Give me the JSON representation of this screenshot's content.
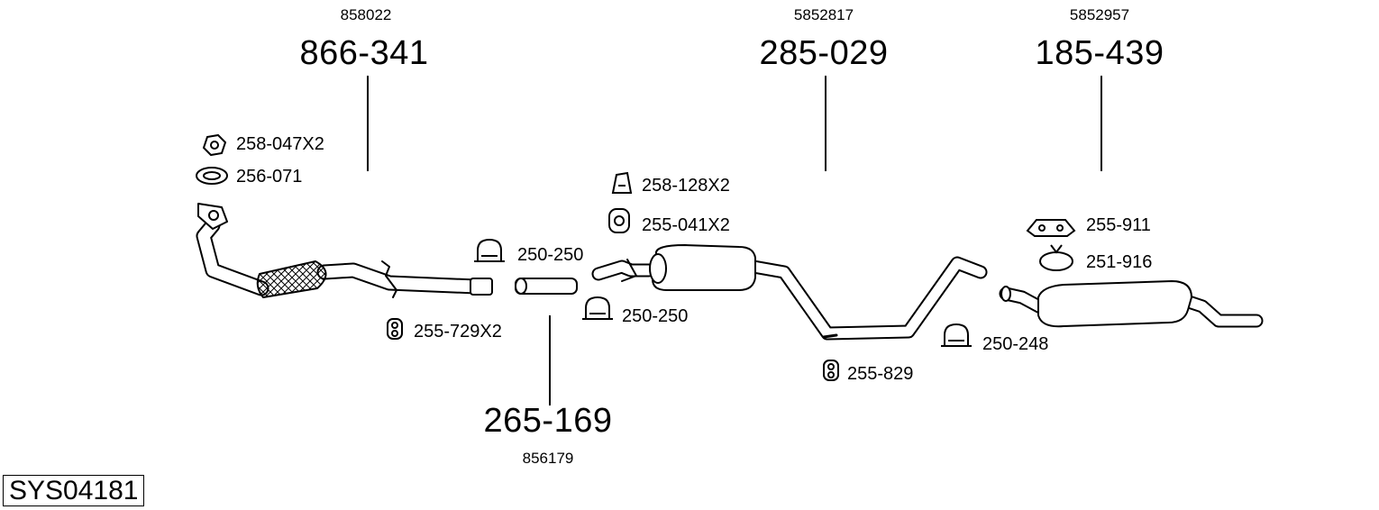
{
  "diagram_id": "SYS04181",
  "main_parts": [
    {
      "number": "866-341",
      "oem": "858022"
    },
    {
      "number": "285-029",
      "oem": "5852817"
    },
    {
      "number": "185-439",
      "oem": "5852957"
    },
    {
      "number": "265-169",
      "oem": "856179"
    }
  ],
  "accessories": [
    {
      "label": "258-047X2",
      "icon": "nut-icon"
    },
    {
      "label": "256-071",
      "icon": "gasket-ring-icon"
    },
    {
      "label": "250-250",
      "icon": "u-clamp-icon"
    },
    {
      "label": "255-729X2",
      "icon": "rubber-hanger-icon"
    },
    {
      "label": "258-128X2",
      "icon": "bracket-clip-icon"
    },
    {
      "label": "255-041X2",
      "icon": "rubber-mount-icon"
    },
    {
      "label": "250-250",
      "icon": "u-clamp-icon"
    },
    {
      "label": "255-829",
      "icon": "rubber-hanger-icon"
    },
    {
      "label": "255-911",
      "icon": "hanger-strap-icon"
    },
    {
      "label": "251-916",
      "icon": "band-clamp-icon"
    },
    {
      "label": "250-248",
      "icon": "u-clamp-icon"
    }
  ]
}
